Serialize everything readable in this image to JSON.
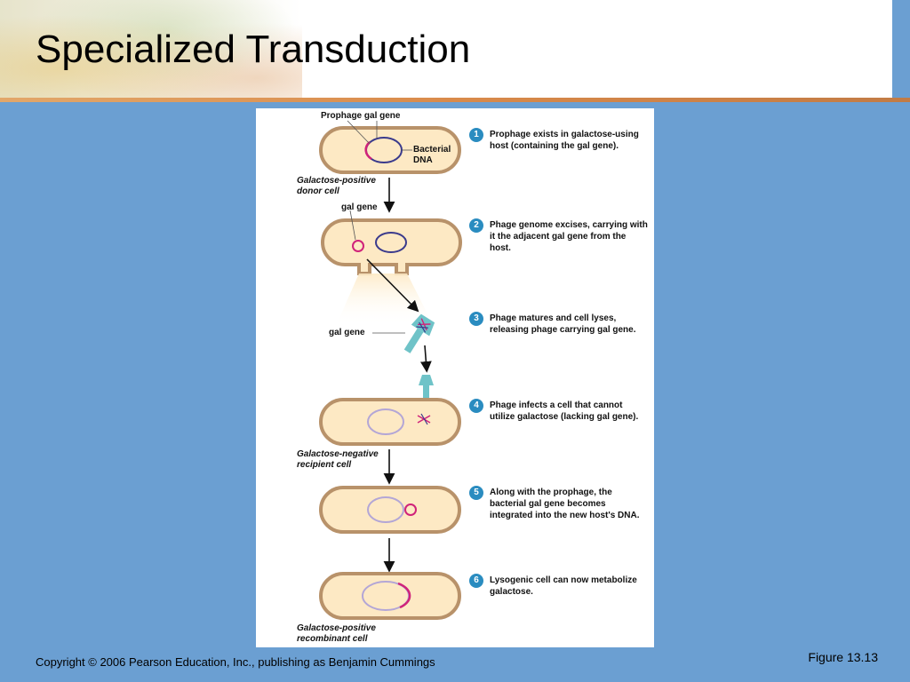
{
  "slide": {
    "title": "Specialized Transduction",
    "copyright": "Copyright © 2006 Pearson Education, Inc., publishing as Benjamin Cummings",
    "figure_label": "Figure 13.13"
  },
  "figure": {
    "labels": {
      "prophage_gal": "Prophage gal gene",
      "bacterial_dna": "Bacterial DNA",
      "donor_cell": "Galactose-positive donor cell",
      "gal_gene_1": "gal gene",
      "gal_gene_2": "gal gene",
      "recipient_cell": "Galactose-negative recipient cell",
      "recombinant_cell": "Galactose-positive recombinant cell"
    },
    "steps": [
      {
        "num": "1",
        "text": "Prophage exists in galactose-using host (containing the gal gene)."
      },
      {
        "num": "2",
        "text": "Phage genome excises, carrying with it the adjacent gal gene from the host."
      },
      {
        "num": "3",
        "text": "Phage matures and cell lyses, releasing phage carrying gal gene."
      },
      {
        "num": "4",
        "text": "Phage infects a cell that cannot utilize galactose (lacking gal gene)."
      },
      {
        "num": "5",
        "text": "Along with the prophage, the bacterial gal gene becomes integrated into the new host's DNA."
      },
      {
        "num": "6",
        "text": "Lysogenic cell can now metabolize galactose."
      }
    ],
    "colors": {
      "cell_fill": "#fde9c4",
      "cell_border": "#b8926a",
      "dna_dark": "#3a3a8c",
      "dna_light": "#b3a6d6",
      "gal_gene": "#d0237a",
      "phage": "#6fc3c8",
      "step_badge": "#2a8cc0"
    }
  }
}
